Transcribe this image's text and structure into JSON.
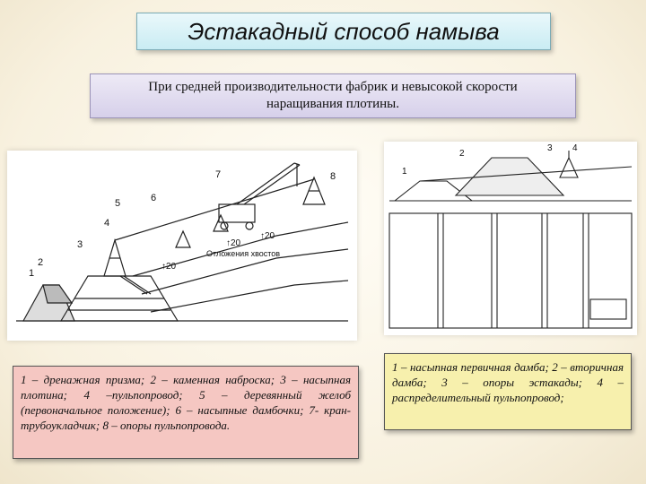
{
  "title": "Эстакадный способ намыва",
  "subtitle": "При средней производительности фабрик и невысокой скорости наращивания плотины.",
  "left_figure": {
    "labels": [
      "1",
      "2",
      "3",
      "4",
      "5",
      "6",
      "7",
      "8"
    ],
    "marks": [
      "↑20",
      "↑20",
      "↑20"
    ],
    "sediment_text": "Отложения хвостов"
  },
  "right_figure": {
    "labels": [
      "1",
      "2",
      "3",
      "4"
    ]
  },
  "caption_left": "1 – дренажная призма; 2 – каменная наброска; 3 – насыпная плотина; 4 –пульпопровод; 5 – деревянный желоб (первоначальное положение); 6 – насыпные дамбочки; 7- кран-трубоукладчик; 8 – опоры пульпопровода.",
  "caption_right": "1 – насыпная первичная дамба; 2 – вторичная дамба; 3 – опоры эстакады; 4 – распределительный пульпопровод;"
}
